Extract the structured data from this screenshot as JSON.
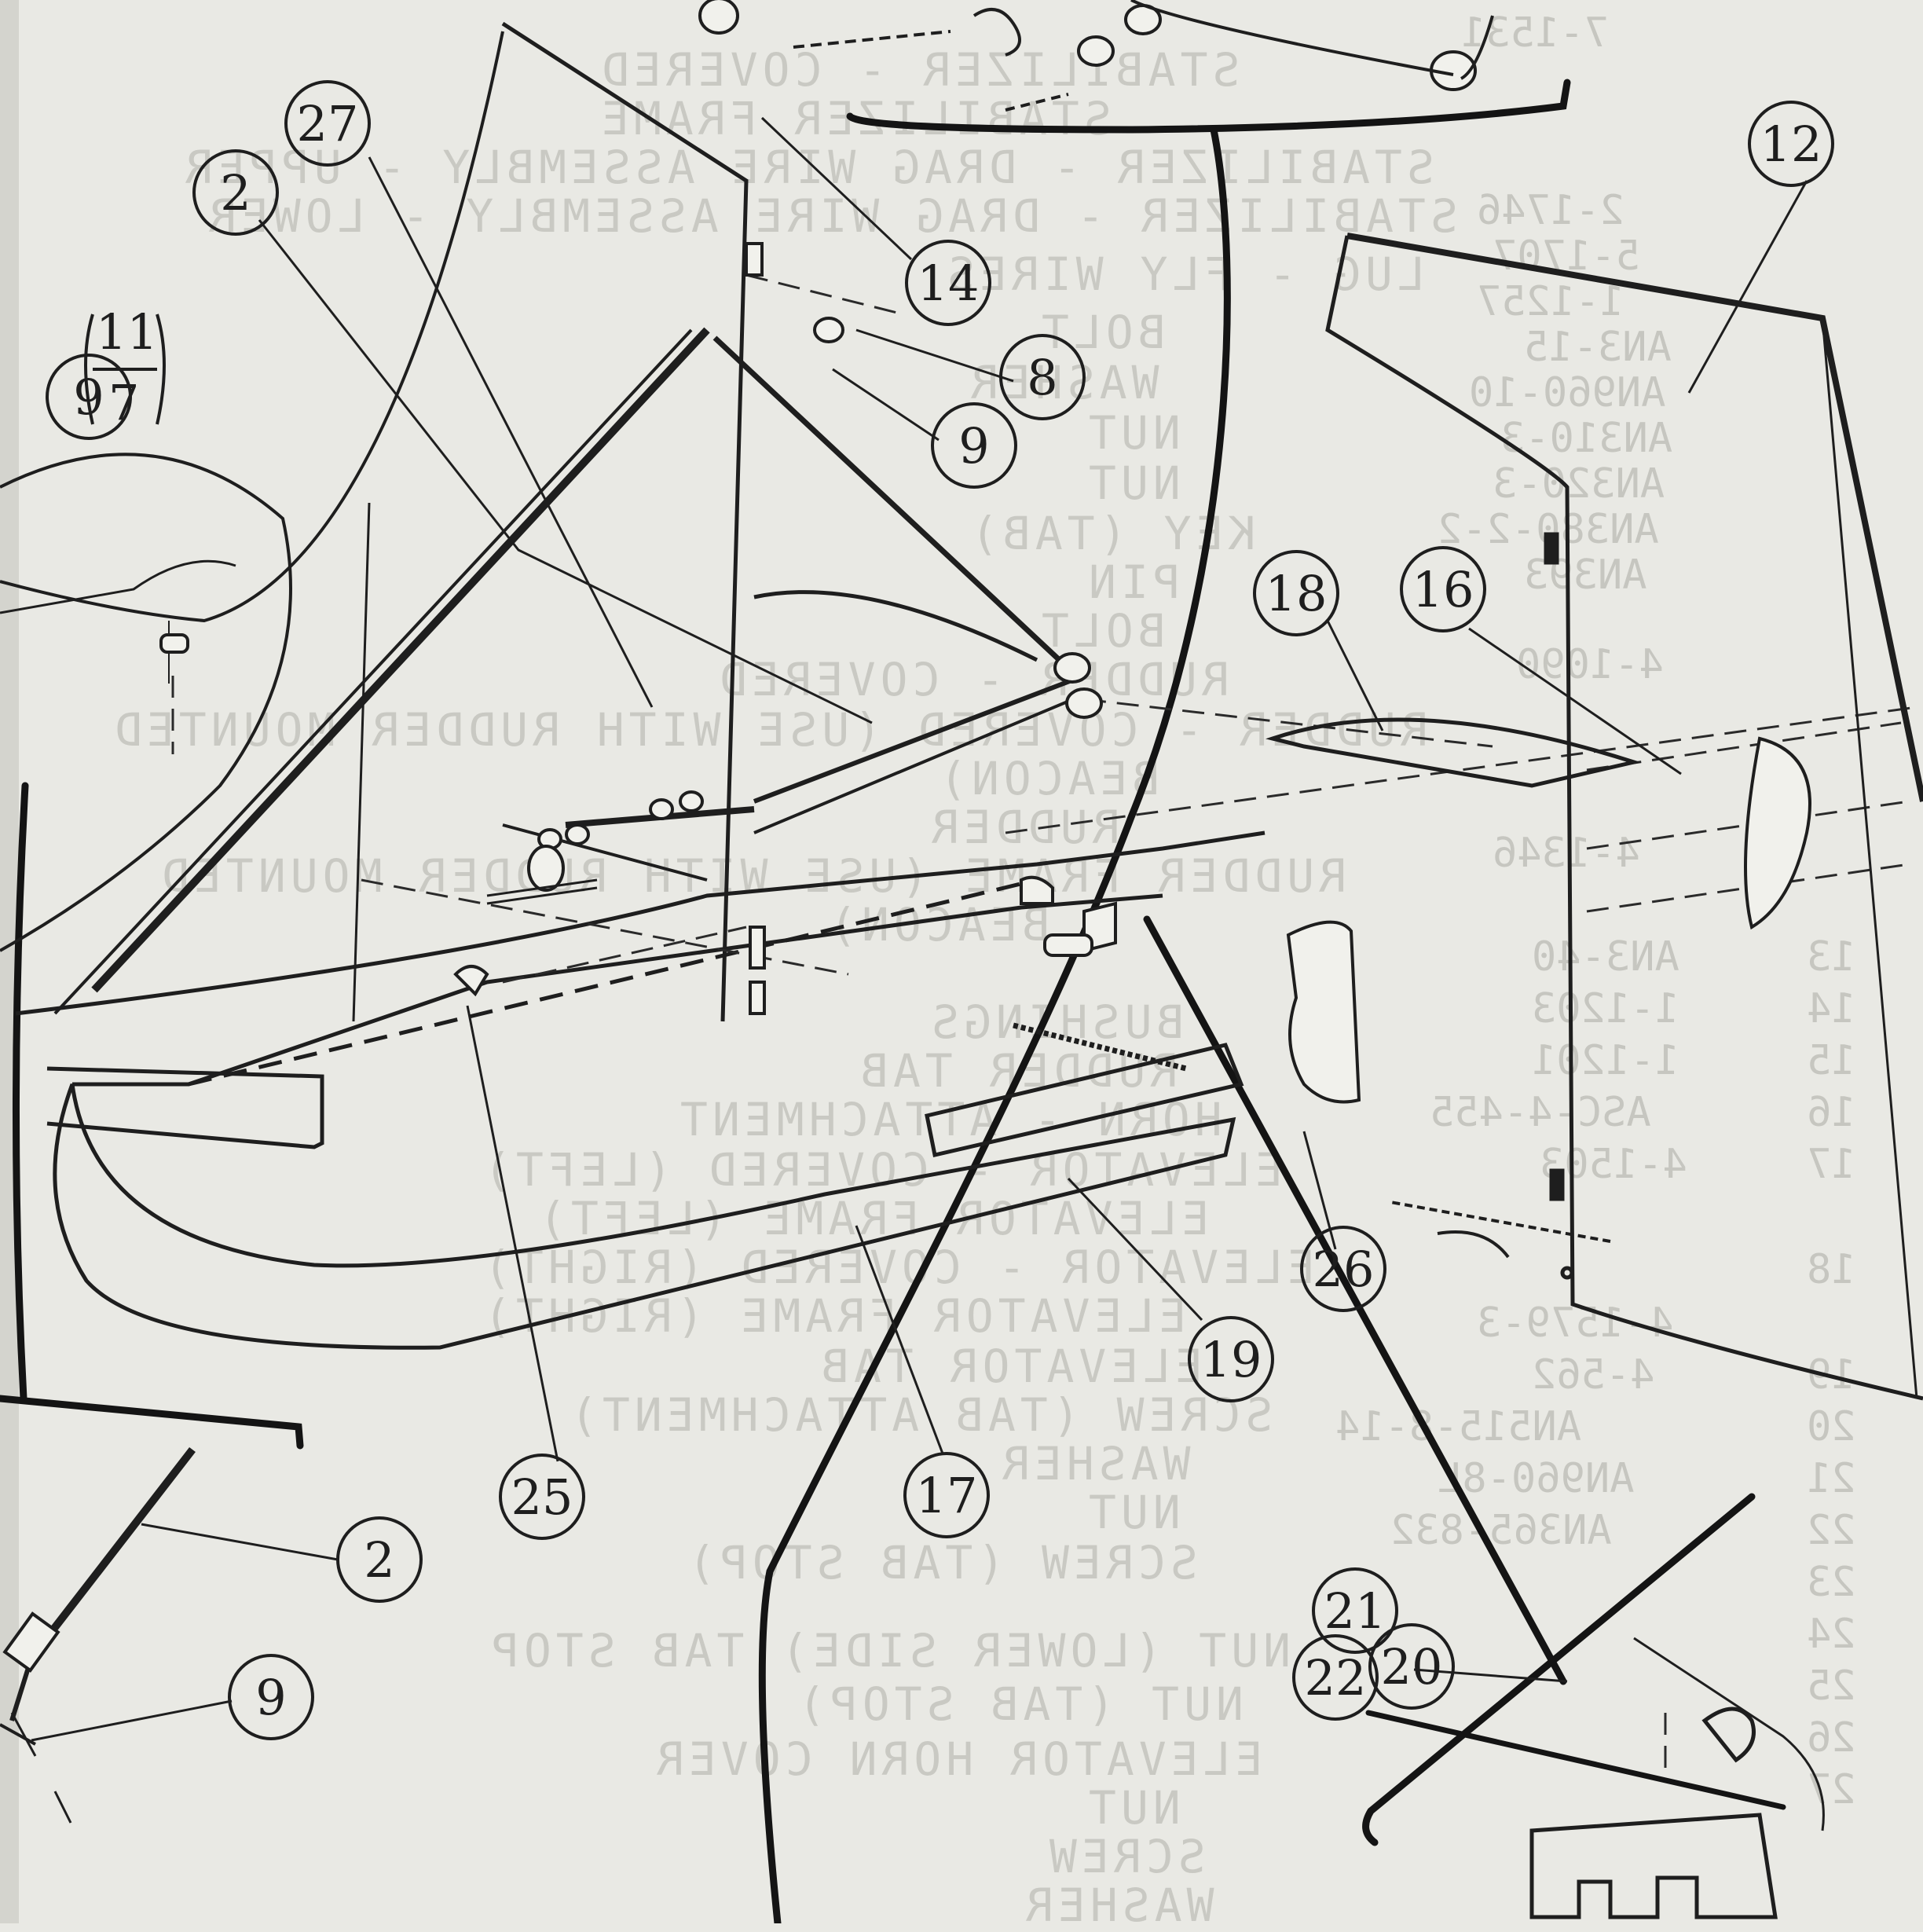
{
  "bleed_through": {
    "lines": [
      "STABILIZER - COVERED",
      "STABILIZER FRAME",
      "STABILIZER - DRAG WIRE ASSEMBLY - UPPER",
      "STABILIZER - DRAG WIRE ASSEMBLY - LOWER",
      "LUG - FLY WIRES",
      "BOLT",
      "WASHER",
      "NUT",
      "NUT",
      "KEY (TAB)",
      "PIN",
      "BOLT",
      "RUDDER - COVERED",
      "RUDDER - COVERED (USE WITH RUDDER MOUNTED",
      "BEACON)",
      "RUDDER",
      "RUDDER FRAME (USE WITH RUDDER MOUNTED",
      "BEACON)",
      "BUSHINGS",
      "RUDDER TAB",
      "HORN - ATTACHMENT",
      "ELEVATOR - COVERED (LEFT)",
      "ELEVATOR FRAME (LEFT)",
      "ELEVATOR - COVERED (RIGHT)",
      "ELEVATOR FRAME (RIGHT)",
      "ELEVATOR TAB",
      "SCREW (TAB ATTACHMENT)",
      "WASHER",
      "NUT",
      "SCREW (TAB STOP)",
      "NUT (LOWER SIDE) TAB STOP",
      "NUT (TAB STOP)",
      "ELEVATOR HORN COVER",
      "NUT",
      "SCREW",
      "WASHER"
    ],
    "part_numbers": [
      "7-1531",
      "2-1746",
      "5-1707",
      "1-1257",
      "AN3-15",
      "AN960-10",
      "AN310-3",
      "AN320-3",
      "AN380-2-2",
      "AN393",
      "4-1090",
      "4-1346",
      "AN3-40",
      "1-1203",
      "1-1201",
      "ASC-4-455",
      "4-1503",
      "4-1579-3",
      "4-562",
      "AN515-8-14",
      "AN960-8L",
      "AN365-832"
    ],
    "index_numbers": [
      "13",
      "14",
      "15",
      "16",
      "17",
      "18",
      "19",
      "20",
      "21",
      "22",
      "23",
      "24",
      "25",
      "26",
      "27"
    ]
  },
  "callouts": {
    "c27": "27",
    "c2_top": "2",
    "c14": "14",
    "c8": "8",
    "c9_mid": "9",
    "c12": "12",
    "c18": "18",
    "c16": "16",
    "c26": "26",
    "c19": "19",
    "c25": "25",
    "c17": "17",
    "c2_bottom": "2",
    "c9_bottom": "9",
    "c21": "21",
    "c22": "22",
    "c20": "20",
    "c9_left": "9"
  },
  "fraction": {
    "top": "11",
    "bottom": "7"
  }
}
